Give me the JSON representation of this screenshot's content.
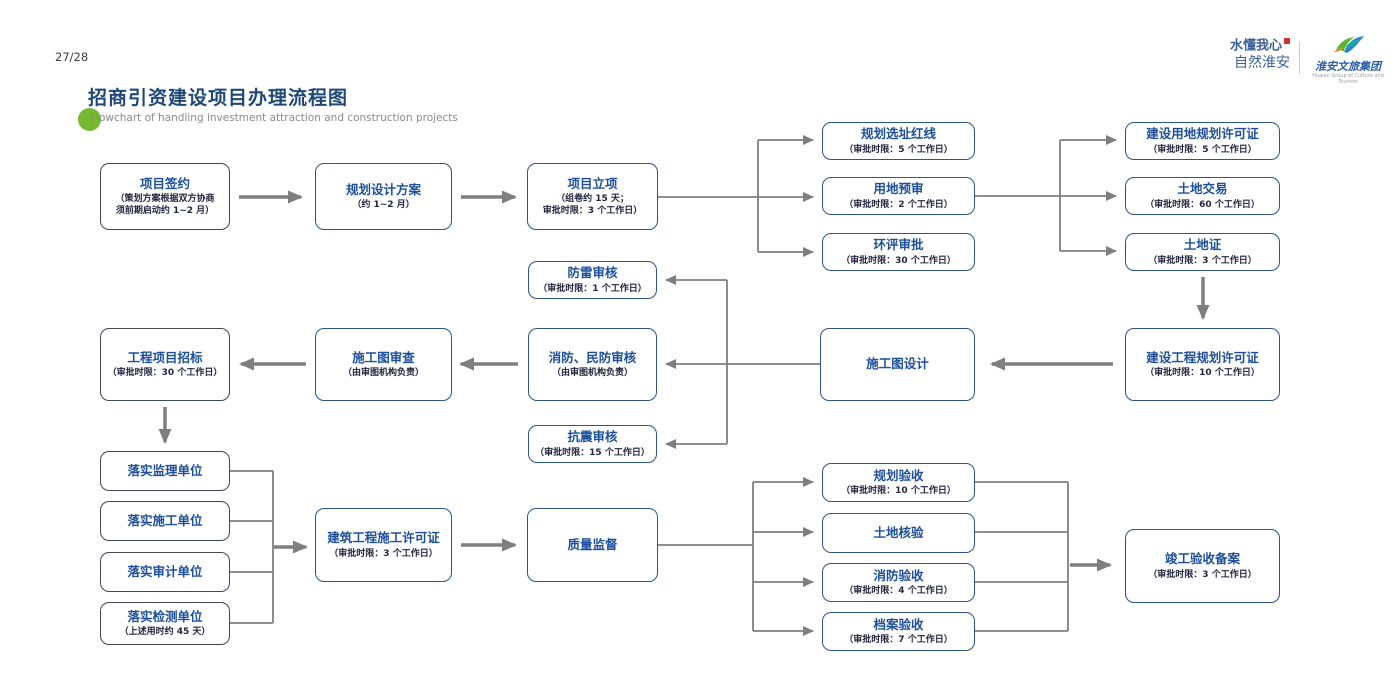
{
  "header": {
    "page_number": "27/28",
    "title": "招商引资建设项目办理流程图",
    "subtitle_en": "Flowchart of handling investment attraction and construction projects"
  },
  "logos": {
    "slogan_line1": "水懂我心",
    "slogan_line2": "自然淮安",
    "group_name": "淮安文旅集团",
    "group_subtext": "Huaian Group of Culture and Tourism"
  },
  "colors": {
    "node_border_blue": "#2f538f",
    "node_border_dark": "#41465a",
    "node_title_blue": "#1d4f9e",
    "arrow_gray": "#7f7f7f",
    "heading_blue": "#1f4879",
    "green_dot": "#76b832",
    "brand_blue": "#3c5fa0"
  },
  "nodes": {
    "xiangmu_qianyue": {
      "title": "项目签约",
      "sub": "（策划方案根据双方协商\n须前期启动约 1~2 月）"
    },
    "guihua_sheji": {
      "title": "规划设计方案",
      "sub": "（约 1~2 月）"
    },
    "xiangmu_lixiang": {
      "title": "项目立项",
      "sub": "（组卷约 15 天；\n审批时限：3 个工作日）"
    },
    "guihua_xuanzhi": {
      "title": "规划选址红线",
      "sub": "（审批时限：5 个工作日）"
    },
    "yongdi_yushen": {
      "title": "用地预审",
      "sub": "（审批时限：2 个工作日）"
    },
    "huanping_shenpi": {
      "title": "环评审批",
      "sub": "（审批时限：30 个工作日）"
    },
    "jsyd_guihua_xkz": {
      "title": "建设用地规划许可证",
      "sub": "（审批时限：5 个工作日）"
    },
    "tudi_jiaoyi": {
      "title": "土地交易",
      "sub": "（审批时限：60 个工作日）"
    },
    "tudizheng": {
      "title": "土地证",
      "sub": "（审批时限：3 个工作日）"
    },
    "jsgc_guihua_xkz": {
      "title": "建设工程规划许可证",
      "sub": "（审批时限：10 个工作日）"
    },
    "shigongtu_sheji": {
      "title": "施工图设计"
    },
    "fanglei_shenhe": {
      "title": "防雷审核",
      "sub": "（审批时限：1 个工作日）"
    },
    "xiaofang_minfang": {
      "title": "消防、民防审核",
      "sub": "（由审图机构负责）"
    },
    "kangzhen_shenhe": {
      "title": "抗震审核",
      "sub": "（审批时限：15 个工作日）"
    },
    "shigongtu_shencha": {
      "title": "施工图审查",
      "sub": "（由审图机构负责）"
    },
    "gongcheng_zhaobiao": {
      "title": "工程项目招标",
      "sub": "（审批时限：30 个工作日）"
    },
    "luoshi_jianli": {
      "title": "落实监理单位"
    },
    "luoshi_shigong": {
      "title": "落实施工单位"
    },
    "luoshi_shenji": {
      "title": "落实审计单位"
    },
    "luoshi_jiance": {
      "title": "落实检测单位",
      "sub": "（上述用时约 45 天）"
    },
    "jzgc_shigong_xkz": {
      "title": "建筑工程施工许可证",
      "sub": "（审批时限：3 个工作日）"
    },
    "zhiliang_jiandu": {
      "title": "质量监督"
    },
    "guihua_yanshou": {
      "title": "规划验收",
      "sub": "（审批时限：10 个工作日）"
    },
    "tudi_heyan": {
      "title": "土地核验"
    },
    "xiaofang_yanshou": {
      "title": "消防验收",
      "sub": "（审批时限：4 个工作日）"
    },
    "dangan_yanshou": {
      "title": "档案验收",
      "sub": "（审批时限：7 个工作日）"
    },
    "jungong_beian": {
      "title": "竣工验收备案",
      "sub": "（审批时限：3 个工作日）"
    }
  }
}
